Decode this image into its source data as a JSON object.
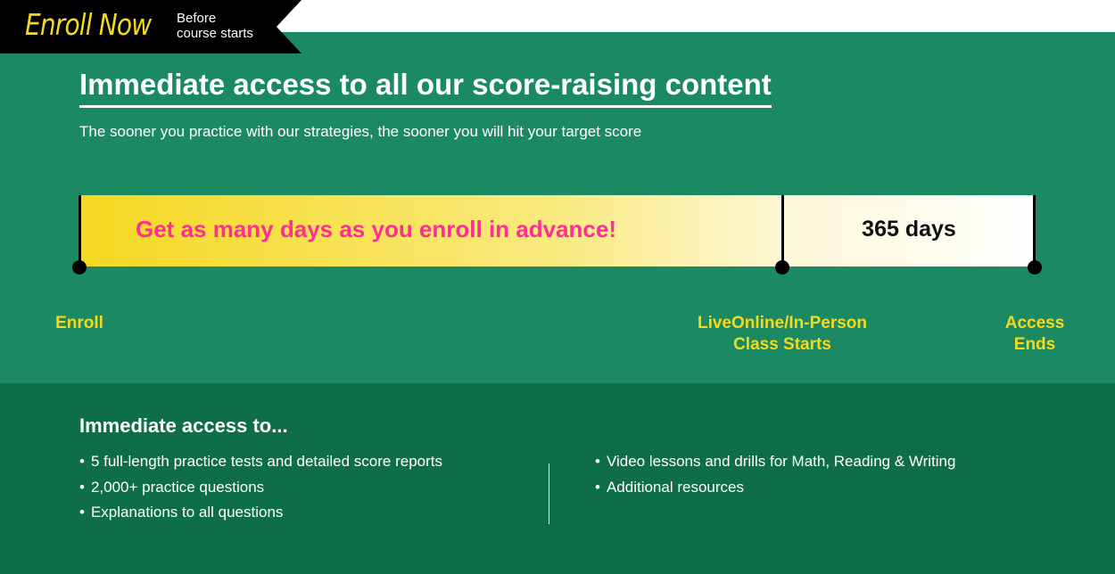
{
  "banner": {
    "title": "Enroll Now",
    "subtitle_1": "Before",
    "subtitle_2": "course starts"
  },
  "header": {
    "title": "Immediate access to all our score-raising content",
    "subtitle": "The sooner you practice with our strategies, the sooner you will hit your target score"
  },
  "timeline": {
    "advance_text": "Get as many days as you enroll in advance!",
    "days_text": "365 days",
    "labels": {
      "enroll": "Enroll",
      "class_start_1": "LiveOnline/In-Person",
      "class_start_2": "Class Starts",
      "access_end_1": "Access",
      "access_end_2": "Ends"
    }
  },
  "access": {
    "title": "Immediate access to...",
    "left": [
      "5 full-length practice tests and detailed score reports",
      "2,000+ practice questions",
      "Explanations to all questions"
    ],
    "right": [
      "Video lessons and drills for Math, Reading & Writing",
      "Additional resources"
    ]
  },
  "colors": {
    "green": "#1b8a62",
    "dark_green": "#0f6e4a",
    "yellow": "#f5d820",
    "pink": "#ff2f92"
  }
}
